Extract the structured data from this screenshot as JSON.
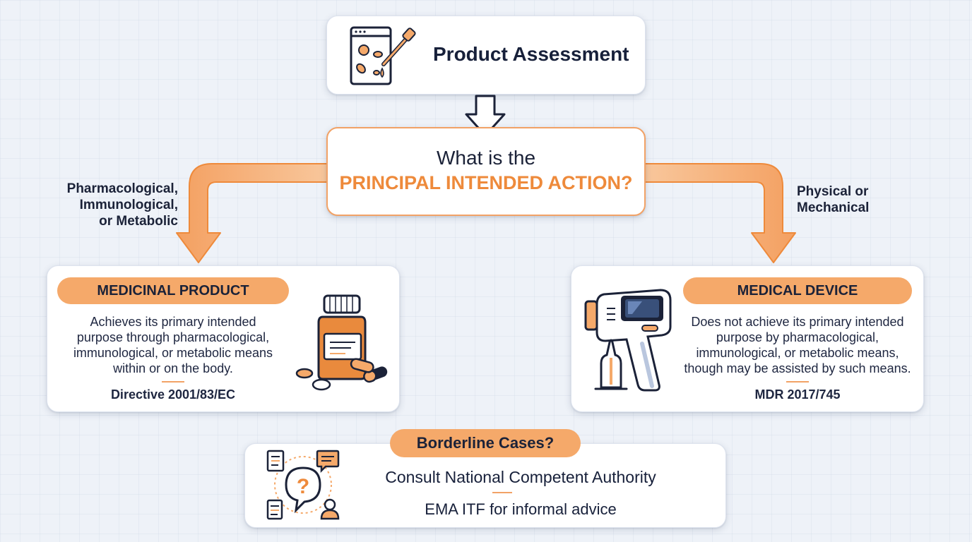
{
  "top": {
    "title": "Product Assessment"
  },
  "question": {
    "line1": "What is the",
    "line2": "PRINCIPAL INTENDED ACTION?"
  },
  "left_branch": {
    "line1": "Pharmacological,",
    "line2": "Immunological,",
    "line3": "or Metabolic"
  },
  "right_branch": {
    "line1": "Physical or",
    "line2": "Mechanical"
  },
  "medicinal": {
    "title": "MEDICINAL PRODUCT",
    "desc": [
      "Achieves its primary intended",
      "purpose through pharmacological,",
      "immunological, or metabolic means",
      "within or on the body."
    ],
    "reference": "Directive 2001/83/EC"
  },
  "device": {
    "title": "MEDICAL DEVICE",
    "desc": [
      "Does not achieve its primary intended",
      "purpose by pharmacological,",
      "immunological, or metabolic means,",
      "though may be assisted by such means."
    ],
    "reference": "MDR 2017/745"
  },
  "borderline": {
    "title": "Borderline Cases?",
    "line1": "Consult National Competent Authority",
    "line2": "EMA ITF for informal advice"
  },
  "colors": {
    "accent": "#f5a96a",
    "accent_dark": "#ee8a3b",
    "navy": "#1b2238",
    "background": "#eef2f8"
  },
  "icons": [
    "lab-assessment-icon",
    "medicine-bottle-icon",
    "medical-device-icon",
    "consultation-icon"
  ]
}
